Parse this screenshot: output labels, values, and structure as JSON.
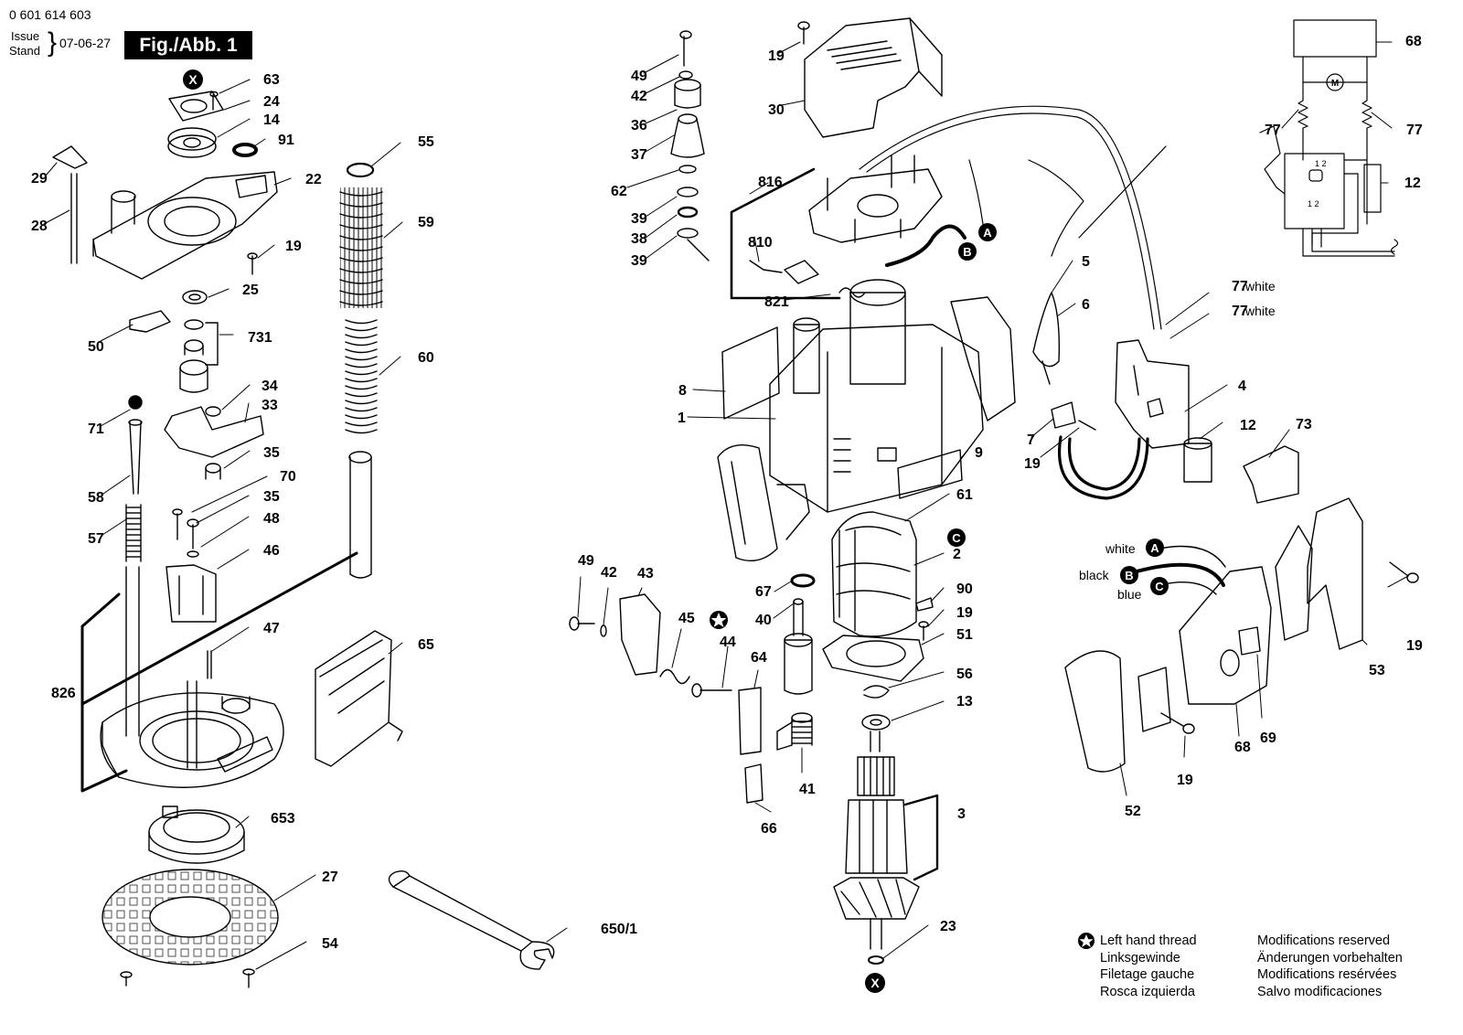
{
  "header": {
    "part_number": "0 601 614 603",
    "issue_label": "Issue",
    "stand_label": "Stand",
    "issue_date": "07-06-27",
    "figure": "Fig./Abb. 1"
  },
  "callouts": [
    {
      "id": "c63",
      "text": "63"
    },
    {
      "id": "c24",
      "text": "24"
    },
    {
      "id": "c14",
      "text": "14"
    },
    {
      "id": "c91",
      "text": "91"
    },
    {
      "id": "c29",
      "text": "29"
    },
    {
      "id": "c22",
      "text": "22"
    },
    {
      "id": "c28",
      "text": "28"
    },
    {
      "id": "c19a",
      "text": "19"
    },
    {
      "id": "c25",
      "text": "25"
    },
    {
      "id": "c50",
      "text": "50"
    },
    {
      "id": "c731",
      "text": "731"
    },
    {
      "id": "c55",
      "text": "55"
    },
    {
      "id": "c59",
      "text": "59"
    },
    {
      "id": "c60",
      "text": "60"
    },
    {
      "id": "c71",
      "text": "71"
    },
    {
      "id": "c34",
      "text": "34"
    },
    {
      "id": "c33",
      "text": "33"
    },
    {
      "id": "c35a",
      "text": "35"
    },
    {
      "id": "c70",
      "text": "70"
    },
    {
      "id": "c58",
      "text": "58"
    },
    {
      "id": "c35b",
      "text": "35"
    },
    {
      "id": "c48",
      "text": "48"
    },
    {
      "id": "c57",
      "text": "57"
    },
    {
      "id": "c46",
      "text": "46"
    },
    {
      "id": "c47",
      "text": "47"
    },
    {
      "id": "c65",
      "text": "65"
    },
    {
      "id": "c826",
      "text": "826"
    },
    {
      "id": "c653",
      "text": "653"
    },
    {
      "id": "c27",
      "text": "27"
    },
    {
      "id": "c54",
      "text": "54"
    },
    {
      "id": "c650",
      "text": "650/1"
    },
    {
      "id": "c49a",
      "text": "49"
    },
    {
      "id": "c42a",
      "text": "42"
    },
    {
      "id": "c36",
      "text": "36"
    },
    {
      "id": "c37",
      "text": "37"
    },
    {
      "id": "c62",
      "text": "62"
    },
    {
      "id": "c39a",
      "text": "39"
    },
    {
      "id": "c38",
      "text": "38"
    },
    {
      "id": "c39b",
      "text": "39"
    },
    {
      "id": "c19b",
      "text": "19"
    },
    {
      "id": "c30",
      "text": "30"
    },
    {
      "id": "c816",
      "text": "816"
    },
    {
      "id": "c810",
      "text": "810"
    },
    {
      "id": "c821",
      "text": "821"
    },
    {
      "id": "c8",
      "text": "8"
    },
    {
      "id": "c1",
      "text": "1"
    },
    {
      "id": "c5",
      "text": "5"
    },
    {
      "id": "c6",
      "text": "6"
    },
    {
      "id": "c77w1",
      "text": "77",
      "suffix": "white"
    },
    {
      "id": "c77w2",
      "text": "77",
      "suffix": "white"
    },
    {
      "id": "c4",
      "text": "4"
    },
    {
      "id": "c7",
      "text": "7"
    },
    {
      "id": "c19c",
      "text": "19"
    },
    {
      "id": "c12b",
      "text": "12"
    },
    {
      "id": "c73",
      "text": "73"
    },
    {
      "id": "c9",
      "text": "9"
    },
    {
      "id": "c61",
      "text": "61"
    },
    {
      "id": "c2",
      "text": "2"
    },
    {
      "id": "c90",
      "text": "90"
    },
    {
      "id": "c19d",
      "text": "19"
    },
    {
      "id": "c51",
      "text": "51"
    },
    {
      "id": "c56",
      "text": "56"
    },
    {
      "id": "c13",
      "text": "13"
    },
    {
      "id": "c3",
      "text": "3"
    },
    {
      "id": "c23",
      "text": "23"
    },
    {
      "id": "c67",
      "text": "67"
    },
    {
      "id": "c40",
      "text": "40"
    },
    {
      "id": "c49b",
      "text": "49"
    },
    {
      "id": "c42b",
      "text": "42"
    },
    {
      "id": "c43",
      "text": "43"
    },
    {
      "id": "c45",
      "text": "45"
    },
    {
      "id": "c44",
      "text": "44"
    },
    {
      "id": "c64",
      "text": "64"
    },
    {
      "id": "c41",
      "text": "41"
    },
    {
      "id": "c66",
      "text": "66"
    },
    {
      "id": "c53",
      "text": "53"
    },
    {
      "id": "c19e",
      "text": "19"
    },
    {
      "id": "c68b",
      "text": "68"
    },
    {
      "id": "c69",
      "text": "69"
    },
    {
      "id": "c19f",
      "text": "19"
    },
    {
      "id": "c52",
      "text": "52"
    },
    {
      "id": "c68a",
      "text": "68"
    },
    {
      "id": "c77a",
      "text": "77"
    },
    {
      "id": "c77b",
      "text": "77"
    },
    {
      "id": "c12a",
      "text": "12"
    }
  ],
  "wire_labels": [
    {
      "id": "wl-white",
      "text": "white",
      "marker": "A"
    },
    {
      "id": "wl-black",
      "text": "black",
      "marker": "B"
    },
    {
      "id": "wl-blue",
      "text": "blue",
      "marker": "C"
    }
  ],
  "markers": [
    "X",
    "A",
    "B",
    "C",
    "M"
  ],
  "schematic": {
    "switch_terminals_top": "1  2",
    "switch_terminals_bottom": "1  2"
  },
  "legend": {
    "left_thread": [
      "Left hand thread",
      "Linksgewinde",
      "Filetage gauche",
      "Rosca izquierda"
    ],
    "modifications": [
      "Modifications reserved",
      "Änderungen vorbehalten",
      "Modifications resérvées",
      "Salvo modificaciones"
    ]
  }
}
